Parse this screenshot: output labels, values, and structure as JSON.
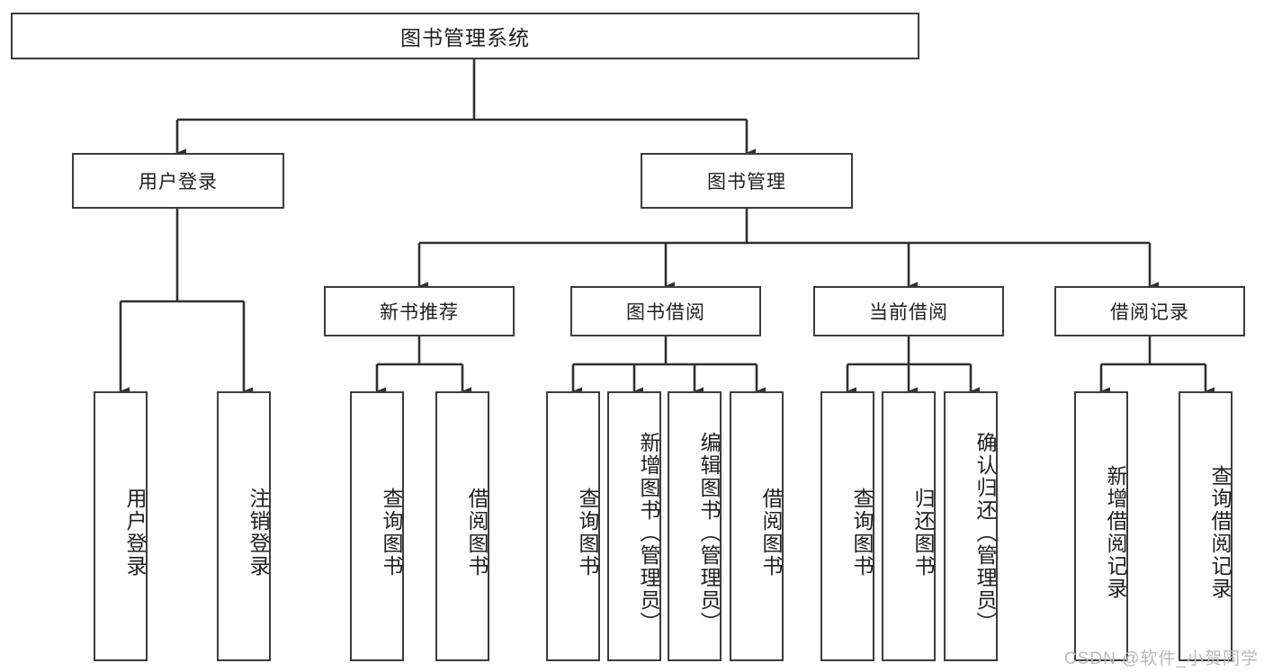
{
  "diagram": {
    "title_node": {
      "label": "图书管理系统"
    },
    "level2": [
      {
        "id": "user-login",
        "label": "用户登录"
      },
      {
        "id": "book-manage",
        "label": "图书管理"
      }
    ],
    "level3": [
      {
        "id": "new-book-recommend",
        "label": "新书推荐"
      },
      {
        "id": "book-borrow",
        "label": "图书借阅"
      },
      {
        "id": "current-borrow",
        "label": "当前借阅"
      },
      {
        "id": "borrow-record",
        "label": "借阅记录"
      }
    ],
    "leaves": [
      {
        "id": "leaf-user-login",
        "label": "用户登录"
      },
      {
        "id": "leaf-logout-login",
        "label": "注销登录"
      },
      {
        "id": "leaf-query-book-1",
        "label": "查询图书"
      },
      {
        "id": "leaf-borrow-book-1",
        "label": "借阅图书"
      },
      {
        "id": "leaf-query-book-2",
        "label": "查询图书"
      },
      {
        "id": "leaf-add-book",
        "label": "新增图书（管理员）"
      },
      {
        "id": "leaf-edit-book",
        "label": "编辑图书（管理员）"
      },
      {
        "id": "leaf-borrow-book-2",
        "label": "借阅图书"
      },
      {
        "id": "leaf-query-book-3",
        "label": "查询图书"
      },
      {
        "id": "leaf-return-book",
        "label": "归还图书"
      },
      {
        "id": "leaf-confirm-return",
        "label": "确认归还（管理员）"
      },
      {
        "id": "leaf-add-record",
        "label": "新增借阅记录"
      },
      {
        "id": "leaf-query-record",
        "label": "查询借阅记录"
      }
    ],
    "colors": {
      "box_border": "#3c3c3c",
      "edge": "#2f2f2f",
      "background": "#ffffff",
      "text": "#1f1f1f",
      "watermark": "#b9b9b9"
    }
  },
  "watermark": {
    "text": "CSDN @软件_小贺同学"
  }
}
